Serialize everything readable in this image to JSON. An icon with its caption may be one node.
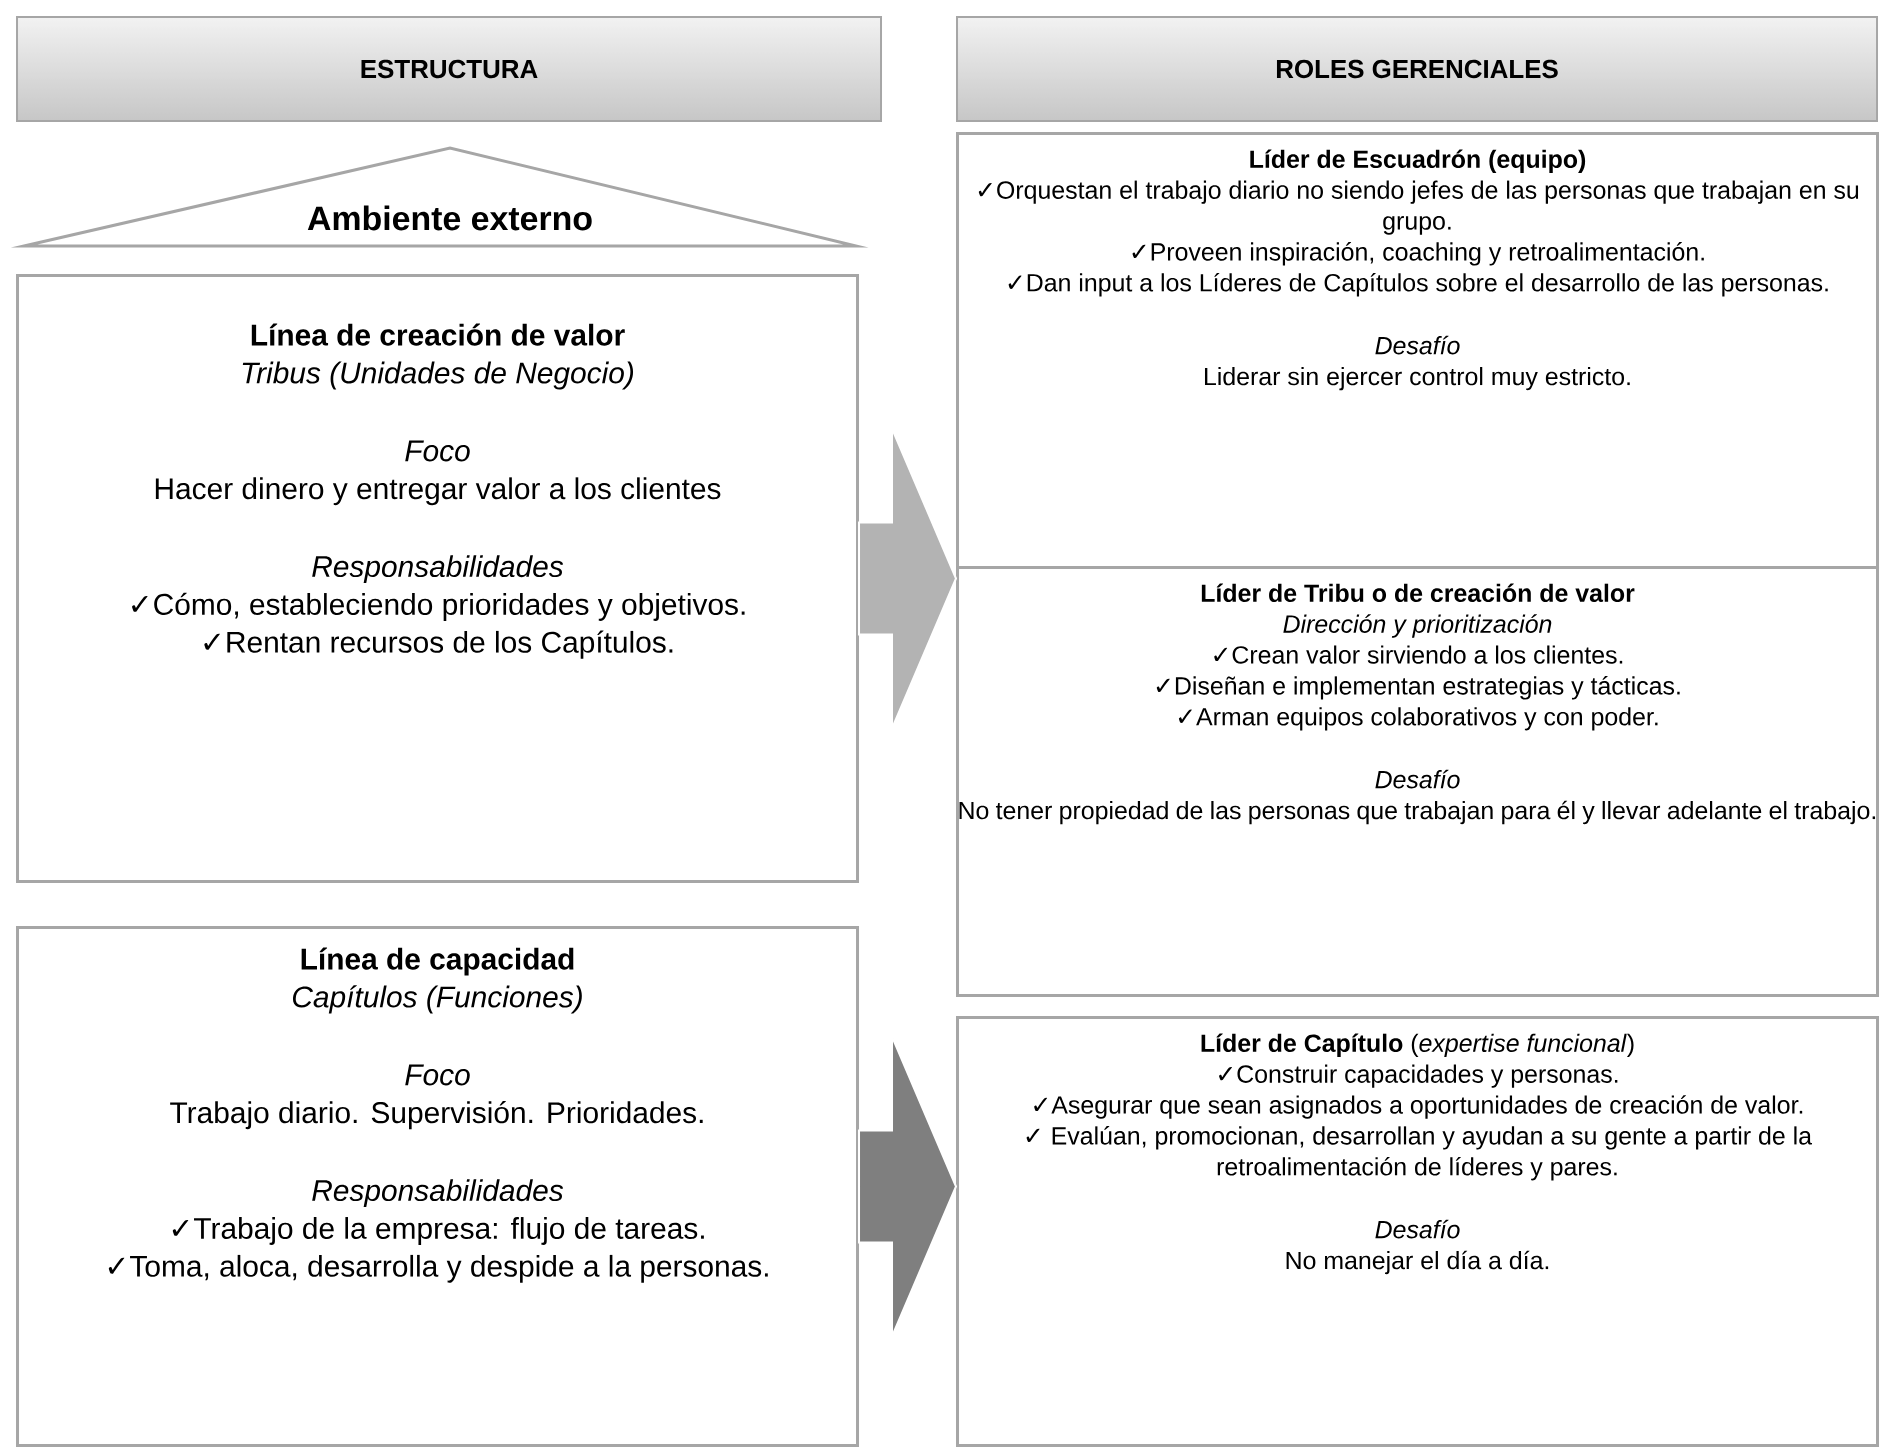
{
  "diagram": {
    "nodes": [
      {
        "text": [
          "ESTRUCTURA"
        ]
      },
      {
        "text": [
          "ROLES GERENCIALES"
        ]
      },
      {
        "text": [
          "Ambiente externo"
        ]
      },
      {
        "text": [
          "Línea de creación de valor",
          "Tribus (Unidades de Negocio)",
          "Foco",
          "Hacer dinero y entregar valor a los clientes",
          "Responsabilidades",
          "✓Cómo, estableciendo prioridades y objetivos.",
          "✓Rentan recursos de los Capítulos."
        ]
      },
      {
        "text": [
          "Línea de capacidad",
          "Capítulos (Funciones)",
          "Foco",
          "Trabajo diario. Supervisión. Prioridades.",
          "Responsabilidades",
          "✓Trabajo de la empresa: flujo de tareas.",
          "✓Toma, aloca, desarrolla y despide a la personas."
        ]
      },
      {
        "text": [
          "Líder de Escuadrón (equipo)",
          "✓Orquestan el trabajo diario no siendo jefes de las personas que trabajan en su grupo.",
          "✓Proveen inspiración, coaching y retroalimentación.",
          "✓Dan input a los Líderes de Capítulos sobre el desarrollo de las personas.",
          "Desafío",
          "Liderar sin ejercer control muy estricto."
        ]
      },
      {
        "text": [
          "Líder de Tribu o de creación de valor",
          "Dirección y prioritización",
          "✓Crean valor sirviendo a los clientes.",
          "✓Diseñan e implementan estrategias y tácticas.",
          "✓Arman equipos colaborativos y con poder.",
          "Desafío",
          "No tener propiedad de las personas que trabajan para él y llevar adelante el trabajo."
        ]
      },
      {
        "text": [
          "**Líder de Capítulo** (*expertise funcional*)",
          "✓Construir capacidades y personas.",
          "✓Asegurar que sean asignados a oportunidades de creación de valor.",
          "✓ Evalúan, promocionan, desarrollan y ayudan a su gente a partir de la retroalimentación de líderes y pares.",
          "Desafío",
          "No manejar el día a día."
        ]
      }
    ],
    "edges": [
      {
        "from": 3,
        "to": 6,
        "arrow": "to",
        "color": "#b3b3b3"
      },
      {
        "from": 4,
        "to": 7,
        "arrow": "to",
        "color": "#7f7f7f"
      }
    ]
  }
}
